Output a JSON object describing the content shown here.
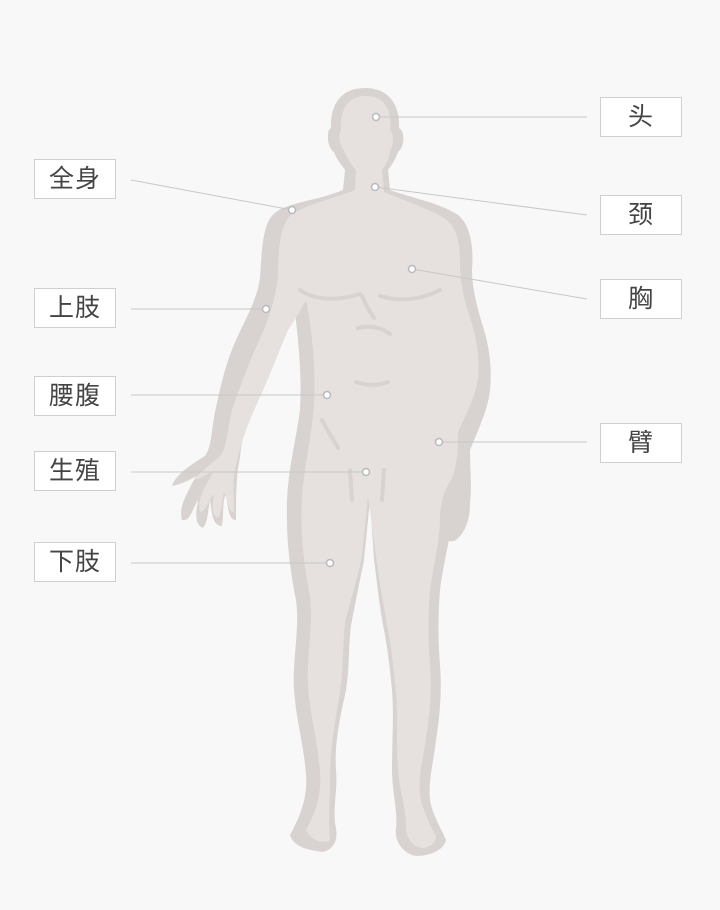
{
  "colors": {
    "background": "#f8f8f8",
    "body_outer": "#d8d3d1",
    "body_inner": "#e6e1df",
    "leader_line": "#c8c8c8",
    "dot_fill": "#ffffff",
    "dot_stroke": "#b9b9b9",
    "label_border": "#cfcfcf",
    "label_text": "#444444"
  },
  "labels": {
    "head": "头",
    "neck": "颈",
    "chest": "胸",
    "arm": "臂",
    "whole_body": "全身",
    "upper_limb": "上肢",
    "waist_abdomen": "腰腹",
    "genital": "生殖",
    "lower_limb": "下肢"
  }
}
